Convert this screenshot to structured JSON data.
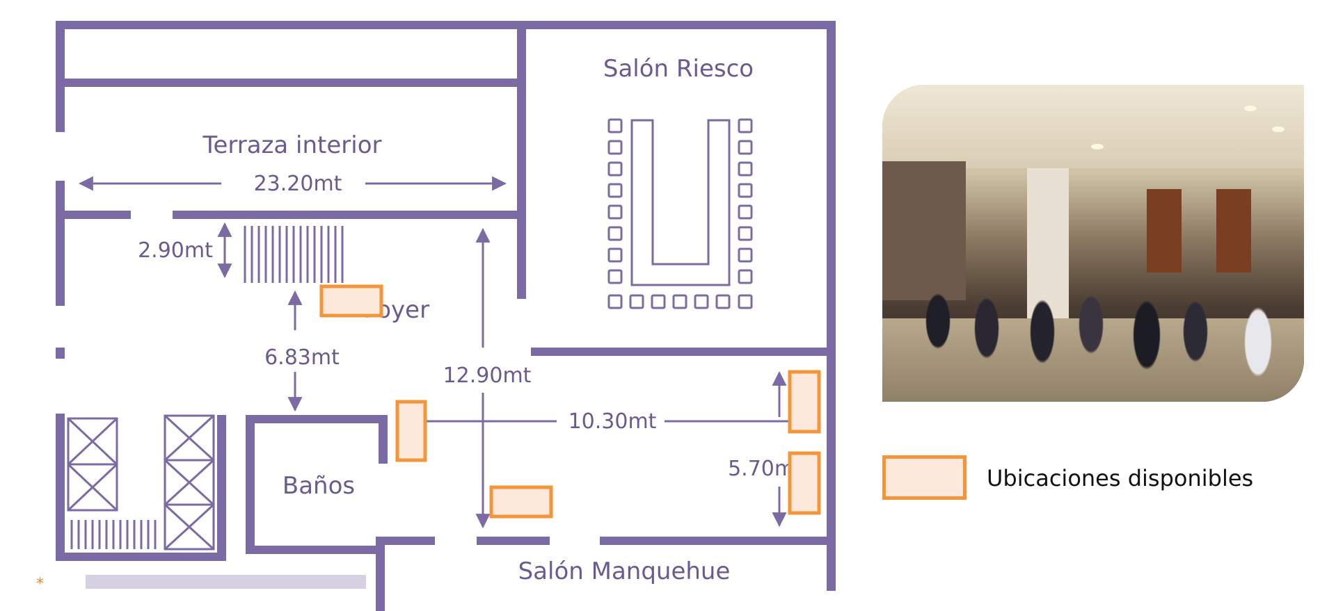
{
  "floorplan": {
    "rooms": {
      "salon_riesco": "Salón Riesco",
      "terraza_interior": "Terraza interior",
      "foyer": "Foyer",
      "banos": "Baños",
      "salon_manquehue": "Salón Manquehue"
    },
    "dimensions": {
      "terraza_width": "23.20mt",
      "stair_depth": "2.90mt",
      "foyer_depth": "6.83mt",
      "corridor_length": "12.90mt",
      "hall_width": "10.30mt",
      "hall_depth": "5.70mt"
    },
    "colors": {
      "wall": "#7b6aa3",
      "text": "#6a5a8f",
      "spot_border": "#f5953a",
      "spot_fill": "#fde8dc"
    }
  },
  "legend": {
    "available_label": "Ubicaciones disponibles"
  },
  "footnote": "*"
}
